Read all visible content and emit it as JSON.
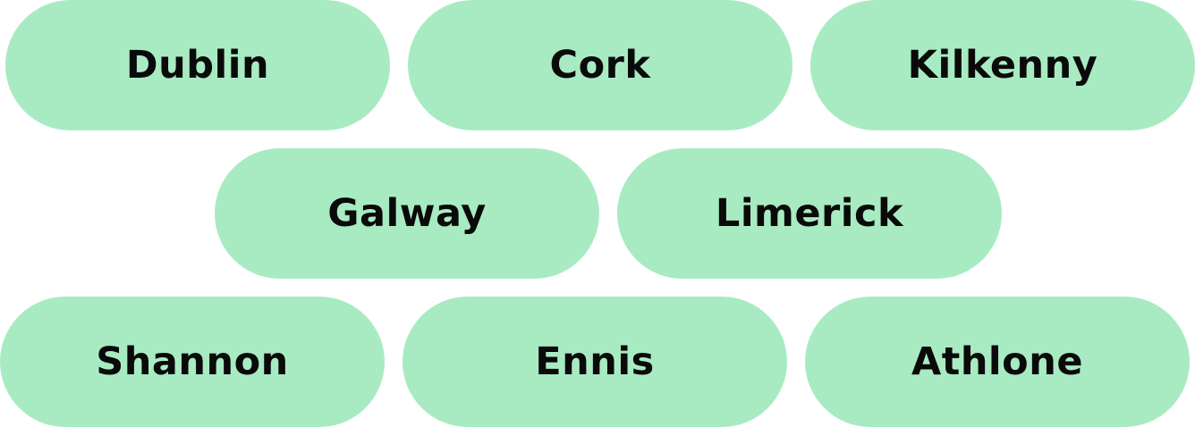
{
  "colors": {
    "chip_background": "#a8ebc2",
    "chip_text": "#0a0a0a",
    "page_background": "#ffffff"
  },
  "chips": [
    {
      "label": "Dublin"
    },
    {
      "label": "Cork"
    },
    {
      "label": "Kilkenny"
    },
    {
      "label": "Galway"
    },
    {
      "label": "Limerick"
    },
    {
      "label": "Shannon"
    },
    {
      "label": "Ennis"
    },
    {
      "label": "Athlone"
    }
  ]
}
